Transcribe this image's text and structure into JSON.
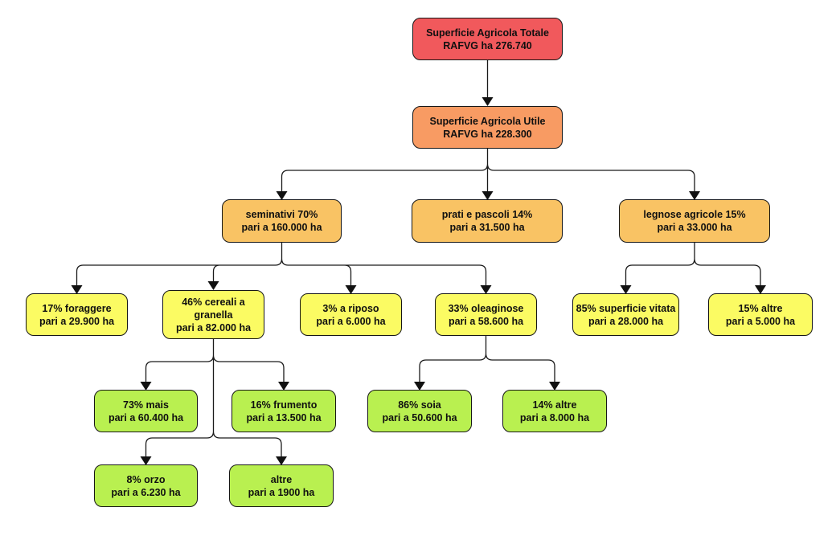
{
  "diagram": {
    "colors": {
      "red": "#F1595C",
      "orange": "#F89B63",
      "amber": "#F9C364",
      "yellow": "#FBFB63",
      "green": "#B9F050",
      "line": "#1A1A1A"
    },
    "nodes": {
      "sat": {
        "lines": [
          "Superficie Agricola Totale",
          "RAFVG ha 276.740"
        ],
        "parent": null
      },
      "sau": {
        "lines": [
          "Superficie Agricola Utile",
          "RAFVG ha 228.300"
        ],
        "parent": "sat"
      },
      "seminativi": {
        "lines": [
          "seminativi 70%",
          "pari a 160.000 ha"
        ],
        "parent": "sau"
      },
      "prati": {
        "lines": [
          "prati e pascoli 14%",
          "pari a 31.500 ha"
        ],
        "parent": "sau"
      },
      "legnose": {
        "lines": [
          "legnose agricole 15%",
          "pari a 33.000 ha"
        ],
        "parent": "sau"
      },
      "foraggere": {
        "lines": [
          "17% foraggere",
          "pari a 29.900 ha"
        ],
        "parent": "seminativi"
      },
      "cereali": {
        "lines": [
          "46% cereali a",
          "granella",
          "pari a 82.000 ha"
        ],
        "parent": "seminativi"
      },
      "riposo": {
        "lines": [
          "3% a riposo",
          "pari a 6.000 ha"
        ],
        "parent": "seminativi"
      },
      "oleaginose": {
        "lines": [
          "33% oleaginose",
          "pari a 58.600 ha"
        ],
        "parent": "seminativi"
      },
      "vitata": {
        "lines": [
          "85% superficie vitata",
          "pari a 28.000 ha"
        ],
        "parent": "legnose"
      },
      "altre_legnose": {
        "lines": [
          "15% altre",
          "pari a 5.000 ha"
        ],
        "parent": "legnose"
      },
      "mais": {
        "lines": [
          "73% mais",
          "pari a 60.400 ha"
        ],
        "parent": "cereali"
      },
      "frumento": {
        "lines": [
          "16% frumento",
          "pari a 13.500 ha"
        ],
        "parent": "cereali"
      },
      "soia": {
        "lines": [
          "86% soia",
          "pari a 50.600 ha"
        ],
        "parent": "oleaginose"
      },
      "altre_oleaginose": {
        "lines": [
          "14% altre",
          "pari a 8.000 ha"
        ],
        "parent": "oleaginose"
      },
      "orzo": {
        "lines": [
          "8% orzo",
          "pari a 6.230 ha"
        ],
        "parent": "cereali"
      },
      "altre_cereali": {
        "lines": [
          "altre",
          "pari a 1900 ha"
        ],
        "parent": "cereali"
      }
    }
  }
}
